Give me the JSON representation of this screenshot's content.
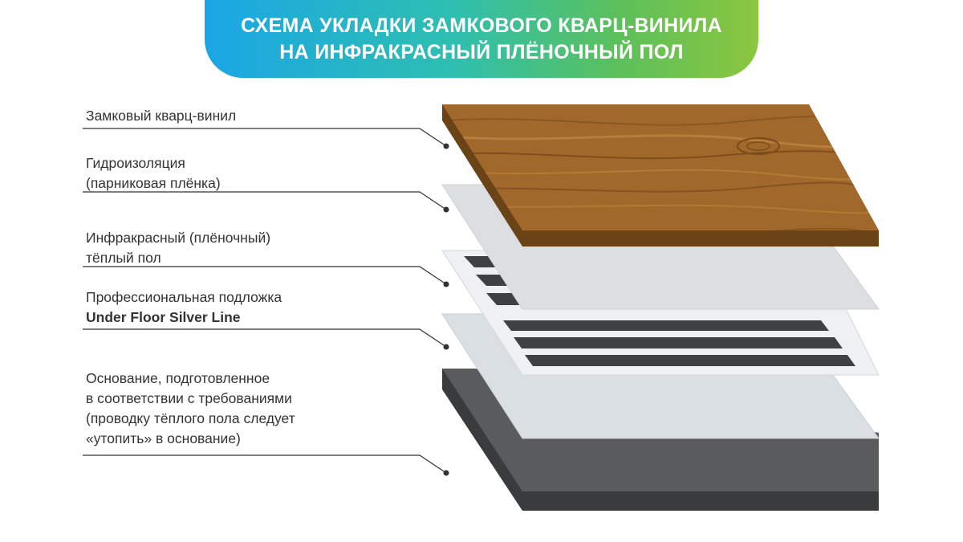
{
  "title": {
    "line1": "СХЕМА УКЛАДКИ ЗАМКОВОГО КВАРЦ-ВИНИЛА",
    "line2": "НА ИНФРАКРАСНЫЙ ПЛЁНОЧНЫЙ ПОЛ"
  },
  "colors": {
    "banner_start": "#1aa6e6",
    "banner_end": "#8cc63f",
    "vinyl": "#a0692b",
    "vinyl_edge": "#6a4317",
    "membrane": "#dcdfe2",
    "film": "#e9ebef",
    "heater_dark": "#3e4042",
    "heater_light": "#b8bcc0",
    "underlay": "#d9dfe2",
    "base_top": "#545556",
    "base_side": "#3a3b3c",
    "leader": "#333333"
  },
  "layers": [
    {
      "lines": [
        "Замковый кварц-винил"
      ]
    },
    {
      "lines": [
        "Гидроизоляция",
        "(парниковая плёнка)"
      ]
    },
    {
      "lines": [
        "Инфракрасный (плёночный)",
        "тёплый пол"
      ]
    },
    {
      "lines": [
        "Профессиональная подложка",
        "Under Floor Silver Line"
      ]
    },
    {
      "lines": [
        "Основание, подготовленное",
        "в соответствии с требованиями",
        "(проводку тёплого пола следует",
        "«утопить» в основание)"
      ]
    }
  ]
}
